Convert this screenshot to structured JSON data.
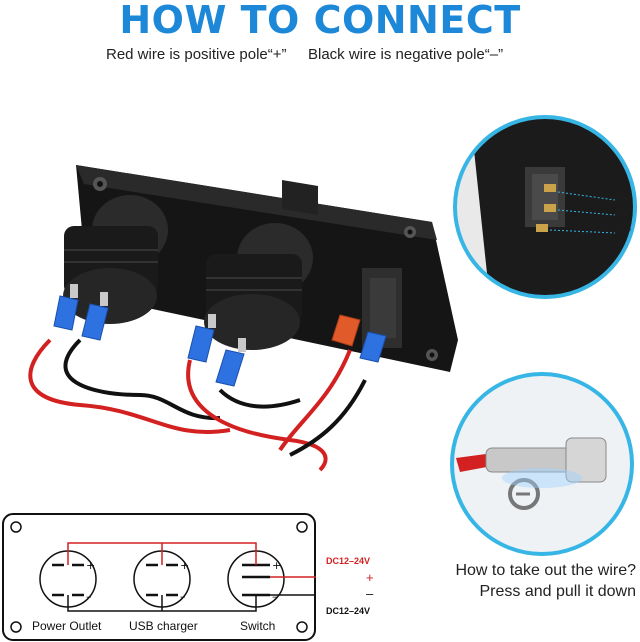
{
  "header": {
    "title": "HOW TO CONNECT",
    "red_wire_note": "Red wire is positive pole“+”",
    "black_wire_note": "Black wire is negative pole“–”"
  },
  "switch_detail": {
    "terminal_labels": [
      "“+”",
      "“+”",
      "“–”"
    ]
  },
  "removal_tip": {
    "line1": "How to take out the wire?",
    "line2": "Press and pull it down"
  },
  "wiring_diagram": {
    "components": [
      "Power Outlet",
      "USB charger",
      "Switch"
    ],
    "supply_top": "DC12–24V",
    "supply_bottom": "DC12–24V",
    "positive_sign": "+",
    "negative_sign": "–"
  },
  "colors": {
    "title": "#1e88d8",
    "positive_wire": "#d32020",
    "negative_wire": "#111111",
    "callout_ring": "#37b6e6"
  }
}
